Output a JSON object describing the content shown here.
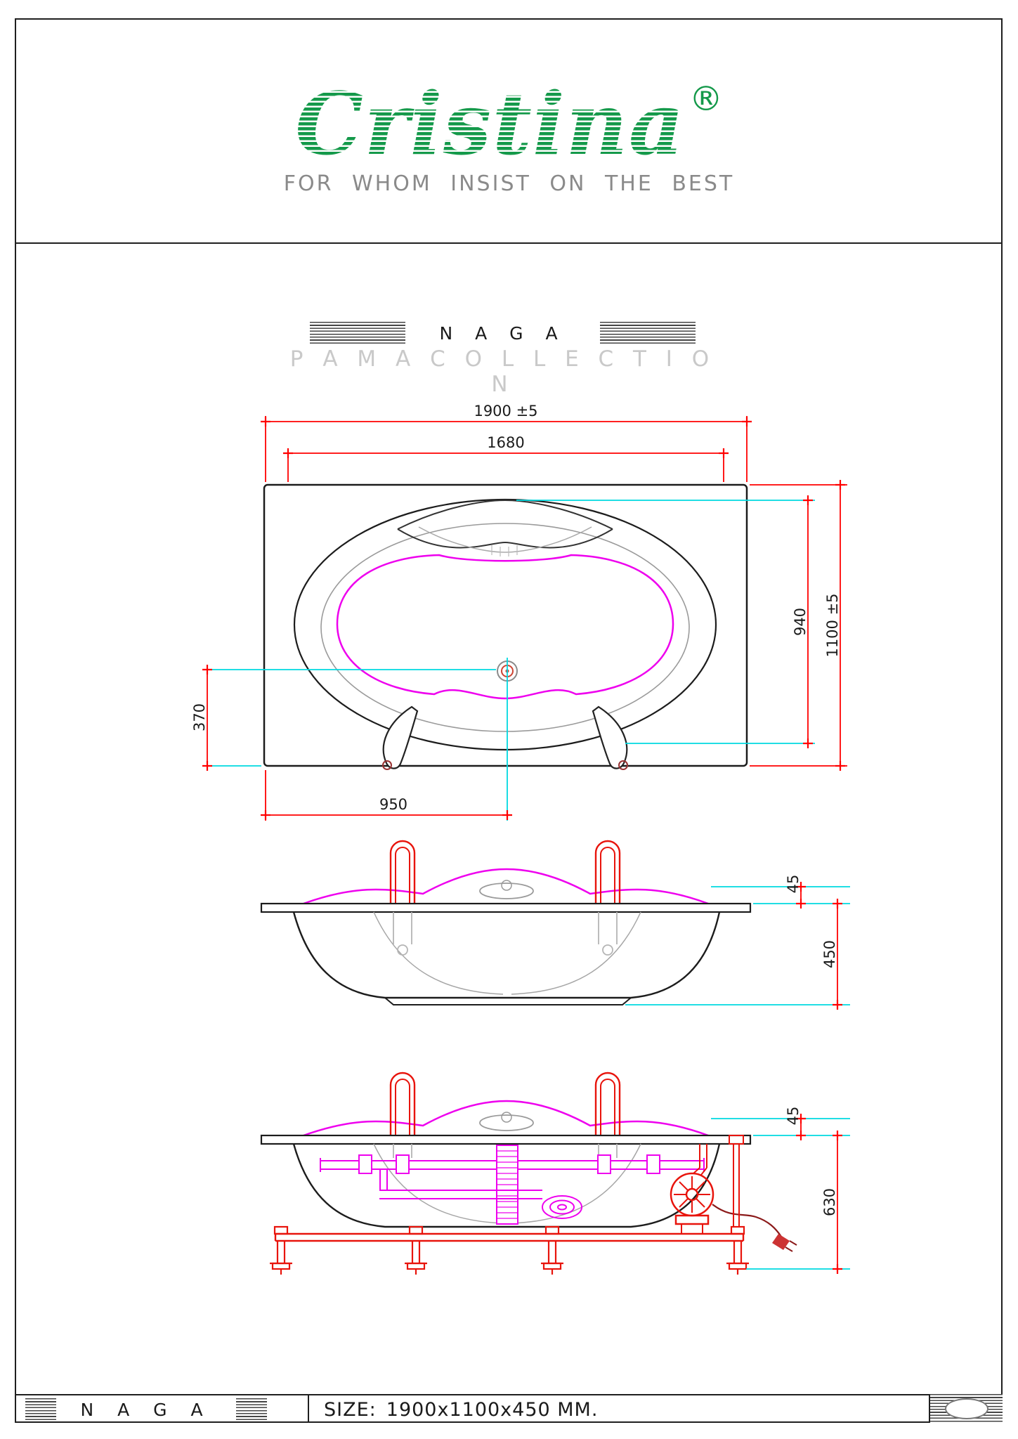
{
  "header": {
    "brand": "Cristina",
    "registered": "®",
    "tagline": "FOR WHOM INSIST ON THE BEST"
  },
  "title_block": {
    "model": "N A G A",
    "collection": "P A M A  C O L L E C T I O N"
  },
  "dims": {
    "top_overall_width": "1900 ±5",
    "top_rim_width": "1680",
    "top_basin_length": "940",
    "top_overall_depth": "1100 ±5",
    "top_drain_offset_side": "370",
    "top_drain_offset_end": "950",
    "front_rim_height": "45",
    "front_tub_height": "450",
    "install_rim_height": "45",
    "install_total_height": "630"
  },
  "footer": {
    "model": "N A G A",
    "size_label": "SIZE:",
    "size_value": "1900x1100x450 MM."
  },
  "colors": {
    "brand_green": "#14994a",
    "tagline_gray": "#8a8a8a",
    "collection_gray": "#c9c9c9",
    "dimension_red": "#ff0000",
    "extension_cyan": "#00d9e0",
    "contour_magenta": "#ee00ee",
    "frame_red": "#e8140c"
  }
}
